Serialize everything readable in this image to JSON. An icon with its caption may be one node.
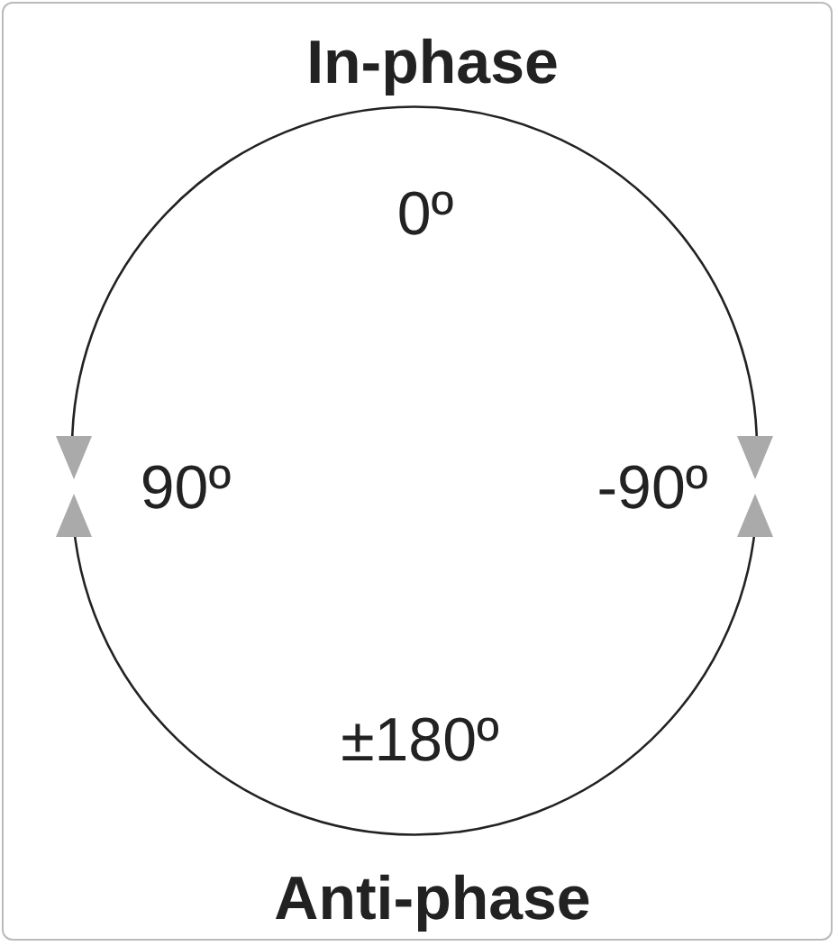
{
  "diagram": {
    "labels": [
      "In-phase",
      "0º",
      "90º",
      "-90º",
      "±180º",
      "Anti-phase"
    ]
  }
}
